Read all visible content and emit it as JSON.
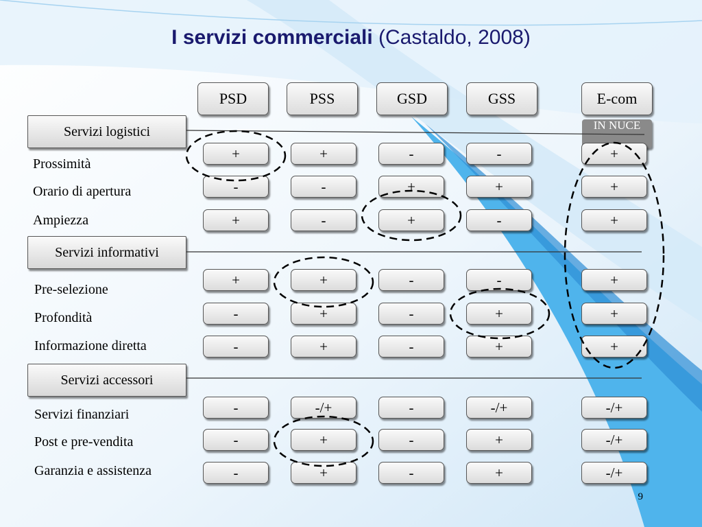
{
  "title": {
    "main": "I servizi commerciali",
    "citation": "(Castaldo, 2008)"
  },
  "columns": [
    "PSD",
    "PSS",
    "GSD",
    "GSS",
    "E-com"
  ],
  "ecom_badge": "IN NUCE",
  "sections": [
    {
      "name": "Servizi logistici",
      "rows": [
        {
          "label": "Prossimità",
          "values": [
            "+",
            "+",
            "-",
            "-",
            "+"
          ]
        },
        {
          "label": "Orario di apertura",
          "values": [
            "-",
            "-",
            "+",
            "+",
            "+"
          ]
        },
        {
          "label": "Ampiezza",
          "values": [
            "+",
            "-",
            "+",
            "-",
            "+"
          ]
        }
      ]
    },
    {
      "name": "Servizi informativi",
      "rows": [
        {
          "label": "Pre-selezione",
          "values": [
            "+",
            "+",
            "-",
            "-",
            "+"
          ]
        },
        {
          "label": "Profondità",
          "values": [
            "-",
            "+",
            "-",
            "+",
            "+"
          ]
        },
        {
          "label": "Informazione diretta",
          "values": [
            "-",
            "+",
            "-",
            "+",
            "+"
          ]
        }
      ]
    },
    {
      "name": "Servizi accessori",
      "rows": [
        {
          "label": "Servizi finanziari",
          "values": [
            "-",
            "-/+",
            "-",
            "-/+",
            "-/+"
          ]
        },
        {
          "label": "Post e pre-vendita",
          "values": [
            "-",
            "+",
            "-",
            "+",
            "-/+"
          ]
        },
        {
          "label": "Garanzia e assistenza",
          "values": [
            "-",
            "+",
            "-",
            "+",
            "-/+"
          ]
        }
      ]
    }
  ],
  "page_number": "9",
  "colors": {
    "title": "#1a1a6e",
    "accent_blue": "#4da6e8",
    "light_blue": "#cfe6f7"
  }
}
